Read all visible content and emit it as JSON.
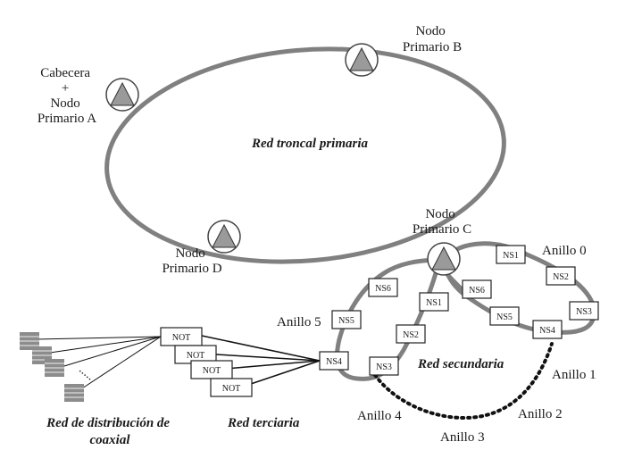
{
  "labels": {
    "node_a": [
      "Cabecera",
      "+",
      "Nodo",
      "Primario A"
    ],
    "node_b": [
      "Nodo",
      "Primario B"
    ],
    "node_c": [
      "Nodo",
      "Primario C"
    ],
    "node_d": [
      "Nodo",
      "Primario D"
    ],
    "primary_network": "Red troncal primaria",
    "secondary_network": "Red secundaria",
    "tertiary_network": "Red terciaria",
    "coax_network": [
      "Red de distribución de",
      "coaxial"
    ]
  },
  "rings": {
    "anillo0": "Anillo 0",
    "anillo1": "Anillo 1",
    "anillo2": "Anillo 2",
    "anillo3": "Anillo 3",
    "anillo4": "Anillo 4",
    "anillo5": "Anillo 5"
  },
  "secondary_nodes": {
    "r0_ns1": "NS1",
    "r0_ns2": "NS2",
    "r0_ns3": "NS3",
    "r0_ns4": "NS4",
    "r0_ns5": "NS5",
    "r0_ns6": "NS6",
    "r5_ns6": "NS6",
    "r5_ns5": "NS5",
    "r5_ns4": "NS4",
    "r5_ns3": "NS3",
    "r5_ns2": "NS2",
    "r5_ns1": "NS1"
  },
  "tertiary_nodes": [
    "NOT",
    "NOT",
    "NOT",
    "NOT"
  ],
  "colors": {
    "ring_stroke": "#808080",
    "node_triangle": "#9a9a9a",
    "line": "#222222"
  }
}
